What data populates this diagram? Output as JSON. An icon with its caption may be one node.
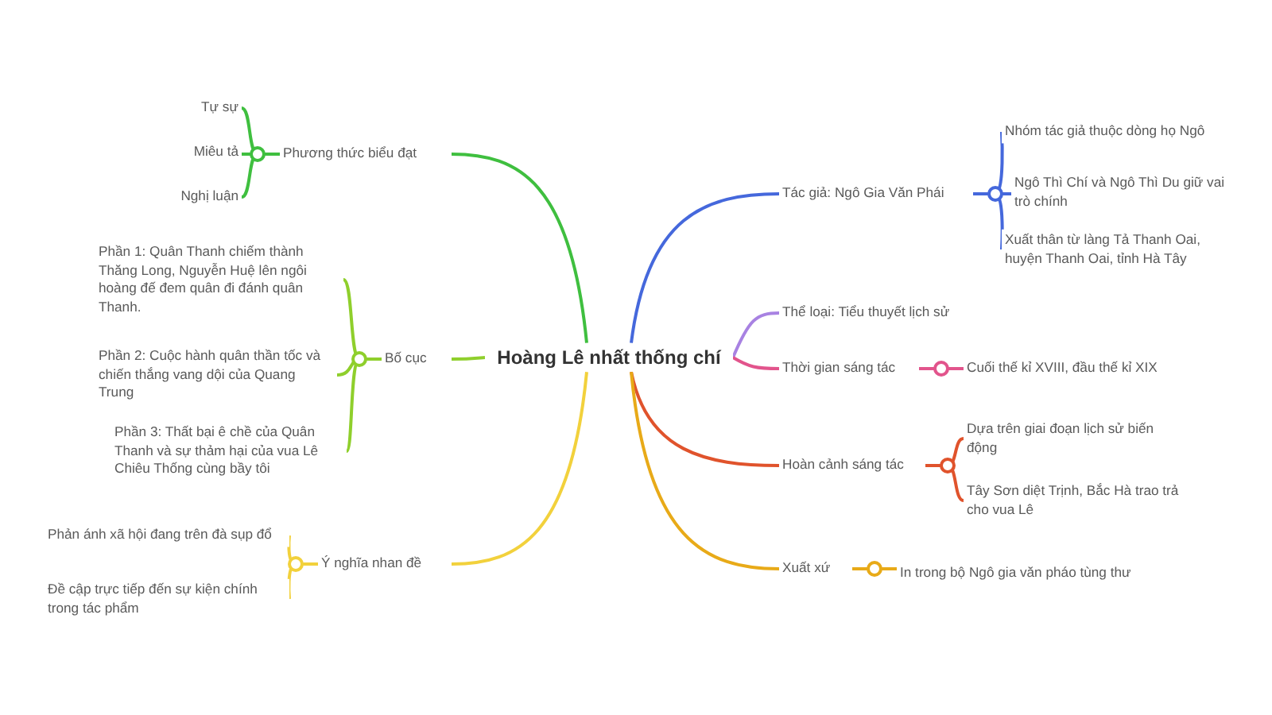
{
  "diagram": {
    "nodes": [
      {
        "text": [
          "Hoàng Lê nhất thống chí"
        ]
      },
      {
        "text": [
          "Phương thức biểu đạt"
        ]
      },
      {
        "text": [
          "Tự sự"
        ]
      },
      {
        "text": [
          "Miêu tả"
        ]
      },
      {
        "text": [
          "Nghị luận"
        ]
      },
      {
        "text": [
          "Bố cục"
        ]
      },
      {
        "text": [
          "Phần 1: Quân Thanh chiếm thành Thăng Long, Nguyễn Huệ lên ngôi hoàng đế đem quân đi đánh quân Thanh."
        ]
      },
      {
        "text": [
          "Phần 2: Cuộc hành quân thần tốc và chiến thắng vang dội của Quang Trung"
        ]
      },
      {
        "text": [
          "Phần 3: Thất bại ê chề của Quân Thanh và sự thảm hại của vua Lê Chiêu Thống cùng bầy tôi"
        ]
      },
      {
        "text": [
          "Ý nghĩa nhan đề"
        ]
      },
      {
        "text": [
          "Phản ánh xã hội đang trên đà sụp đổ"
        ]
      },
      {
        "text": [
          "Đề cập trực tiếp đến sự kiện chính trong tác phẩm"
        ]
      },
      {
        "text": [
          "Tác giả: Ngô Gia Văn Phái"
        ]
      },
      {
        "text": [
          "Nhóm tác giả thuộc dòng họ Ngô"
        ]
      },
      {
        "text": [
          "Ngô Thì Chí và Ngô Thì Du giữ vai trò chính"
        ]
      },
      {
        "text": [
          "Xuất thân từ làng Tả Thanh Oai, huyện Thanh Oai, tỉnh Hà Tây"
        ]
      },
      {
        "text": [
          "Thể loại: Tiểu thuyết lịch sử"
        ]
      },
      {
        "text": [
          "Thời gian sáng tác"
        ]
      },
      {
        "text": [
          "Cuối thế kỉ XVIII, đầu thế kỉ XIX"
        ]
      },
      {
        "text": [
          "Hoàn cảnh sáng tác"
        ]
      },
      {
        "text": [
          "Dựa trên giai đoạn lịch sử biến động"
        ]
      },
      {
        "text": [
          "Tây Sơn diệt Trịnh, Bắc Hà trao trả cho vua Lê"
        ]
      },
      {
        "text": [
          "Xuất xứ"
        ]
      },
      {
        "text": [
          "In trong bộ Ngô gia văn pháo tùng thư"
        ]
      }
    ],
    "edges": [
      {
        "from": 0,
        "to": 1,
        "arrow": "none",
        "color": "#3fbf3f"
      },
      {
        "from": 1,
        "to": 2,
        "arrow": "none",
        "color": "#3fbf3f"
      },
      {
        "from": 1,
        "to": 3,
        "arrow": "none",
        "color": "#3fbf3f"
      },
      {
        "from": 1,
        "to": 4,
        "arrow": "none",
        "color": "#3fbf3f"
      },
      {
        "from": 0,
        "to": 5,
        "arrow": "none",
        "color": "#8fcf2c"
      },
      {
        "from": 5,
        "to": 6,
        "arrow": "none",
        "color": "#8fcf2c"
      },
      {
        "from": 5,
        "to": 7,
        "arrow": "none",
        "color": "#8fcf2c"
      },
      {
        "from": 5,
        "to": 8,
        "arrow": "none",
        "color": "#8fcf2c"
      },
      {
        "from": 0,
        "to": 9,
        "arrow": "none",
        "color": "#f2d13c"
      },
      {
        "from": 9,
        "to": 10,
        "arrow": "none",
        "color": "#f2d13c"
      },
      {
        "from": 9,
        "to": 11,
        "arrow": "none",
        "color": "#f2d13c"
      },
      {
        "from": 0,
        "to": 12,
        "arrow": "none",
        "color": "#4568dc"
      },
      {
        "from": 12,
        "to": 13,
        "arrow": "none",
        "color": "#4568dc"
      },
      {
        "from": 12,
        "to": 14,
        "arrow": "none",
        "color": "#4568dc"
      },
      {
        "from": 12,
        "to": 15,
        "arrow": "none",
        "color": "#4568dc"
      },
      {
        "from": 0,
        "to": 16,
        "arrow": "none",
        "color": "#a882e2"
      },
      {
        "from": 0,
        "to": 17,
        "arrow": "none",
        "color": "#e2548c"
      },
      {
        "from": 17,
        "to": 18,
        "arrow": "none",
        "color": "#e2548c"
      },
      {
        "from": 0,
        "to": 19,
        "arrow": "none",
        "color": "#e0532c"
      },
      {
        "from": 19,
        "to": 20,
        "arrow": "none",
        "color": "#e0532c"
      },
      {
        "from": 19,
        "to": 21,
        "arrow": "none",
        "color": "#e0532c"
      },
      {
        "from": 0,
        "to": 22,
        "arrow": "none",
        "color": "#e8aa18"
      },
      {
        "from": 22,
        "to": 23,
        "arrow": "none",
        "color": "#e8aa18"
      }
    ]
  }
}
